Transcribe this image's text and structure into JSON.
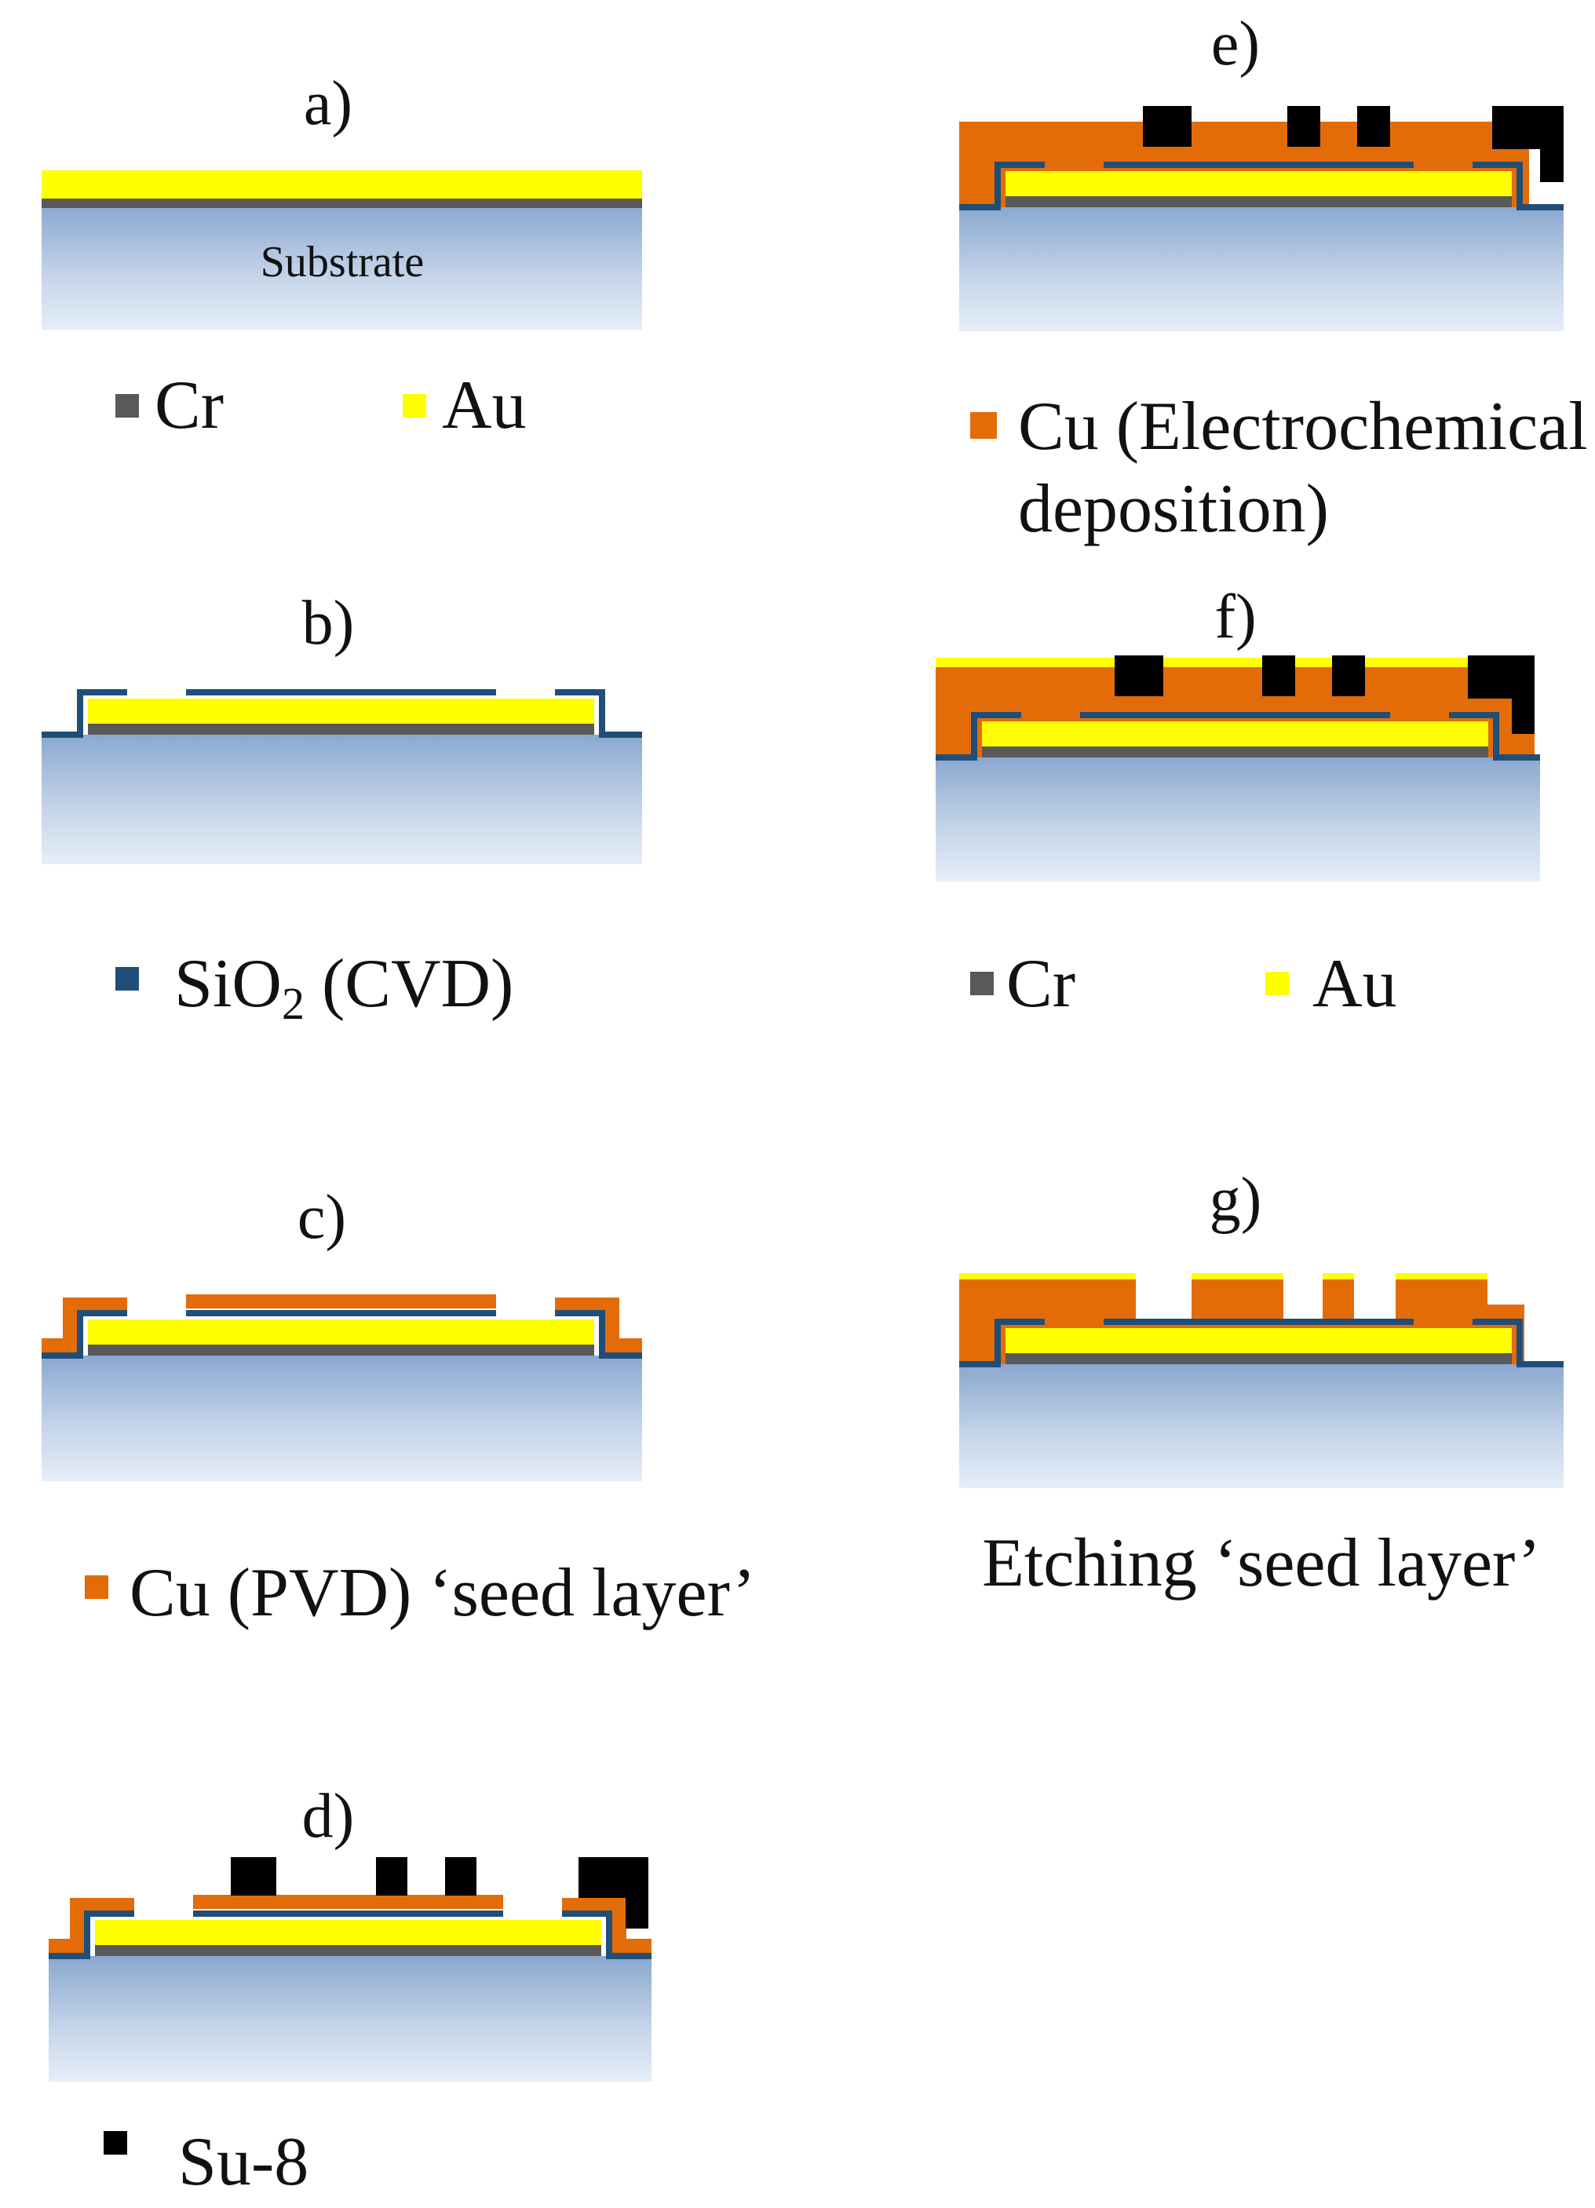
{
  "colors": {
    "cr": "#595959",
    "au": "#ffff00",
    "sio2": "#1f4e79",
    "cu": "#e36c09",
    "su8": "#000000",
    "substrate_top": "#8aa8cf",
    "substrate_bottom": "#e6eef8"
  },
  "steps": {
    "a": {
      "label": "a)",
      "substrate_label": "Substrate"
    },
    "b": {
      "label": "b)"
    },
    "c": {
      "label": "c)"
    },
    "d": {
      "label": "d)"
    },
    "e": {
      "label": "e)"
    },
    "f": {
      "label": "f)"
    },
    "g": {
      "label": "g)"
    }
  },
  "legends": {
    "a": {
      "cr": "Cr",
      "au": "Au"
    },
    "b": {
      "sio2_prefix": "SiO",
      "sio2_subscript": "2",
      "sio2_suffix": " (CVD)"
    },
    "c": {
      "cu": "Cu (PVD) ‘seed layer’"
    },
    "d": {
      "su8": "Su-8"
    },
    "e": {
      "cu_line1": "Cu (Electrochemical",
      "cu_line2": "deposition)"
    },
    "f": {
      "cr": "Cr",
      "au": "Au"
    },
    "g": {
      "text": "Etching ‘seed layer’"
    }
  }
}
